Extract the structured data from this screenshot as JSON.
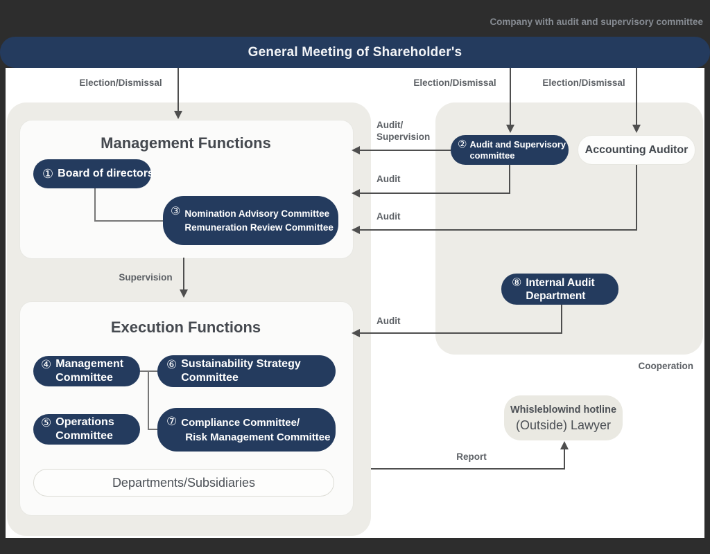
{
  "caption": "Company with audit and supervisory committee",
  "header": {
    "title": "General Meeting of Shareholder's"
  },
  "labels": {
    "election1": "Election/Dismissal",
    "election2": "Election/Dismissal",
    "election3": "Election/Dismissal",
    "audit_supervision_line1": "Audit/",
    "audit_supervision_line2": "Supervision",
    "audit1": "Audit",
    "audit2": "Audit",
    "audit3": "Audit",
    "supervision": "Supervision",
    "cooperation": "Cooperation",
    "report": "Report"
  },
  "management": {
    "title": "Management Functions",
    "board": {
      "num": "①",
      "label": "Board of directors"
    },
    "nomination": {
      "num": "③",
      "line1": "Nomination Advisory Committee",
      "line2": "Remuneration Review Committee"
    }
  },
  "execution": {
    "title": "Execution Functions",
    "management_committee": {
      "num": "④",
      "line1": "Management",
      "line2": "Committee"
    },
    "operations_committee": {
      "num": "⑤",
      "line1": "Operations",
      "line2": "Committee"
    },
    "sustainability_committee": {
      "num": "⑥",
      "line1": "Sustainability Strategy",
      "line2": "Committee"
    },
    "compliance_committee": {
      "num": "⑦",
      "line1": "Compliance Committee/",
      "line2": "Risk Management Committee"
    },
    "departments": "Departments/Subsidiaries"
  },
  "audit_side": {
    "audit_committee": {
      "num": "②",
      "line1": "Audit and Supervisory",
      "line2": "committee"
    },
    "accounting_auditor": "Accounting Auditor",
    "internal_audit": {
      "num": "⑧",
      "line1": "Internal Audit",
      "line2": "Department"
    },
    "whistleblower": {
      "line1": "Whisleblowind hotline",
      "line2": "(Outside) Lawyer"
    }
  },
  "colors": {
    "navy": "#243b5e",
    "panel": "#edece7",
    "page_dark": "#2d2d2d",
    "arrow": "#4e4e4e",
    "label_gray": "#5c6065"
  }
}
